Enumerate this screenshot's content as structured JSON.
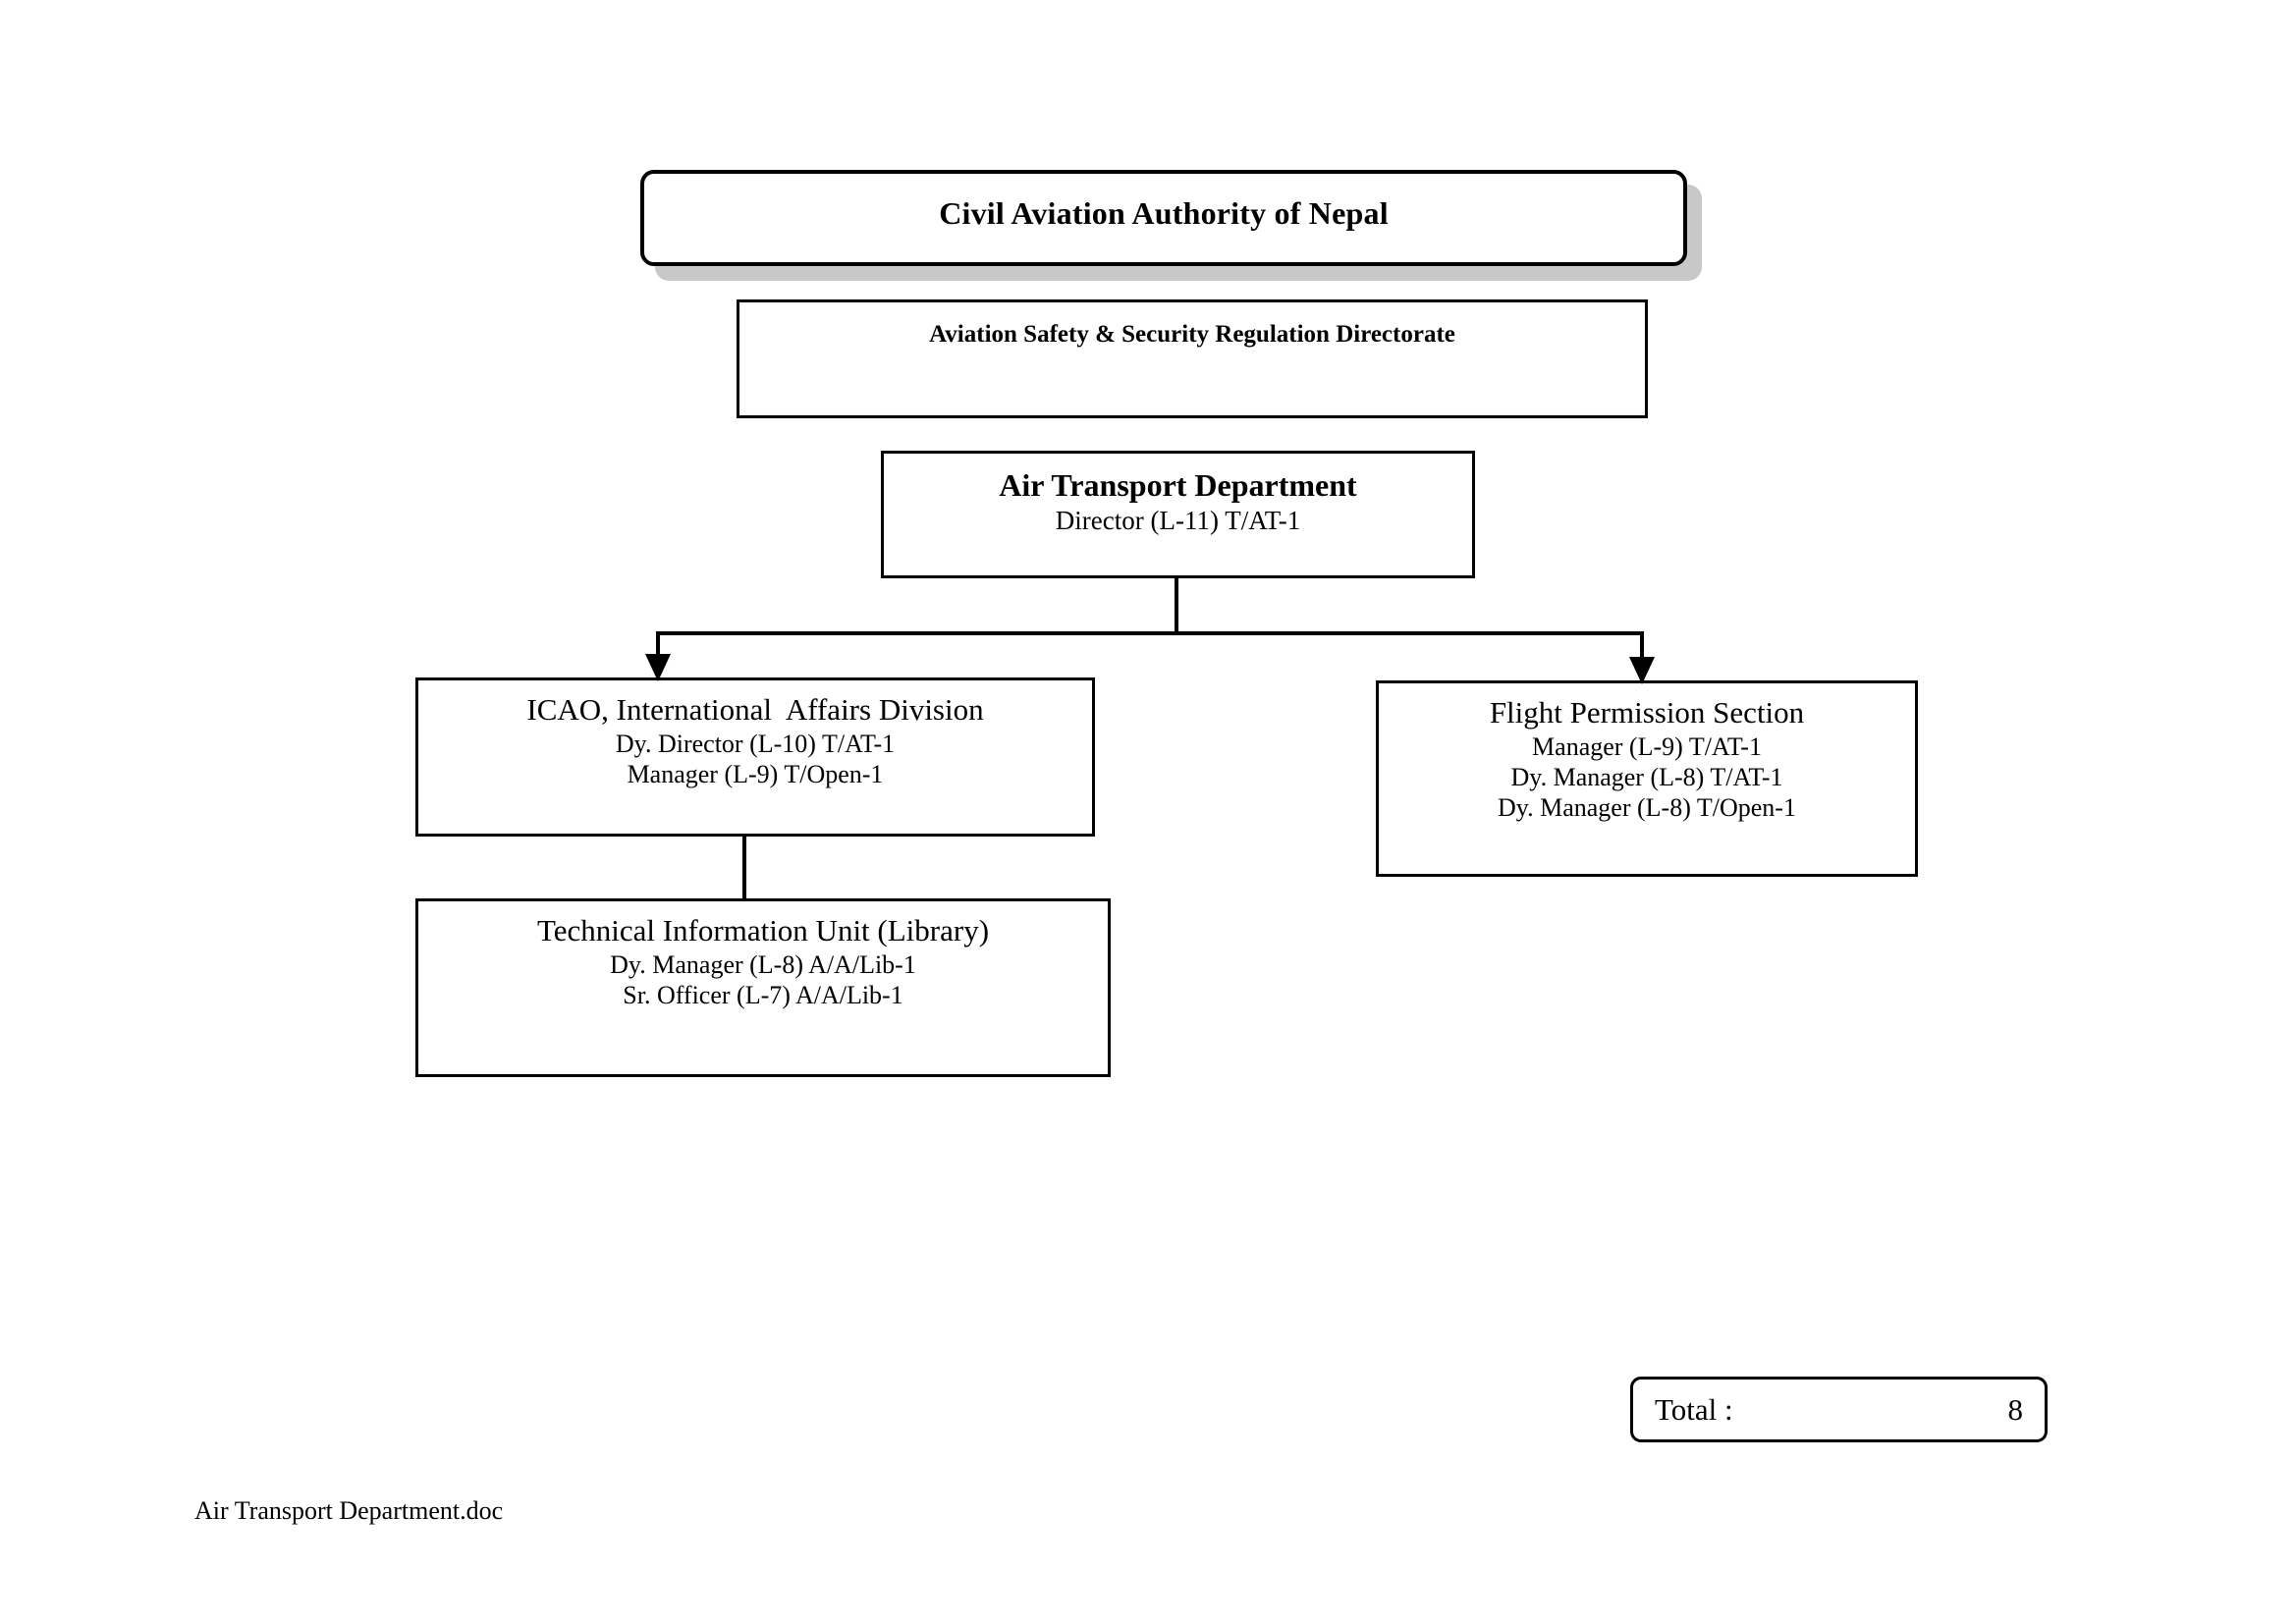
{
  "document": {
    "footer_filename": "Air Transport Department.doc"
  },
  "chart": {
    "type": "org-chart",
    "nodes": {
      "root": {
        "title": "Civil Aviation Authority of Nepal",
        "positions": []
      },
      "directorate": {
        "title": "Aviation Safety & Security Regulation Directorate",
        "positions": []
      },
      "air_transport_department": {
        "title": "Air Transport Department",
        "positions": [
          "Director (L-11) T/AT-1"
        ]
      },
      "icao_division": {
        "title": "ICAO, International  Affairs Division",
        "positions": [
          "Dy. Director (L-10) T/AT-1",
          "Manager (L-9) T/Open-1"
        ]
      },
      "flight_permission_section": {
        "title": "Flight Permission Section",
        "positions": [
          "Manager (L-9) T/AT-1",
          "Dy. Manager (L-8) T/AT-1",
          "Dy. Manager (L-8) T/Open-1"
        ]
      },
      "technical_information_unit": {
        "title": "Technical Information Unit (Library)",
        "positions": [
          "Dy. Manager (L-8) A/A/Lib-1",
          "Sr. Officer (L-7) A/A/Lib-1"
        ]
      }
    }
  },
  "total": {
    "label": "Total :",
    "value": "8"
  },
  "colors": {
    "border": "#000000",
    "shadow": "#c8c8c8",
    "background": "#ffffff",
    "text": "#000000"
  }
}
